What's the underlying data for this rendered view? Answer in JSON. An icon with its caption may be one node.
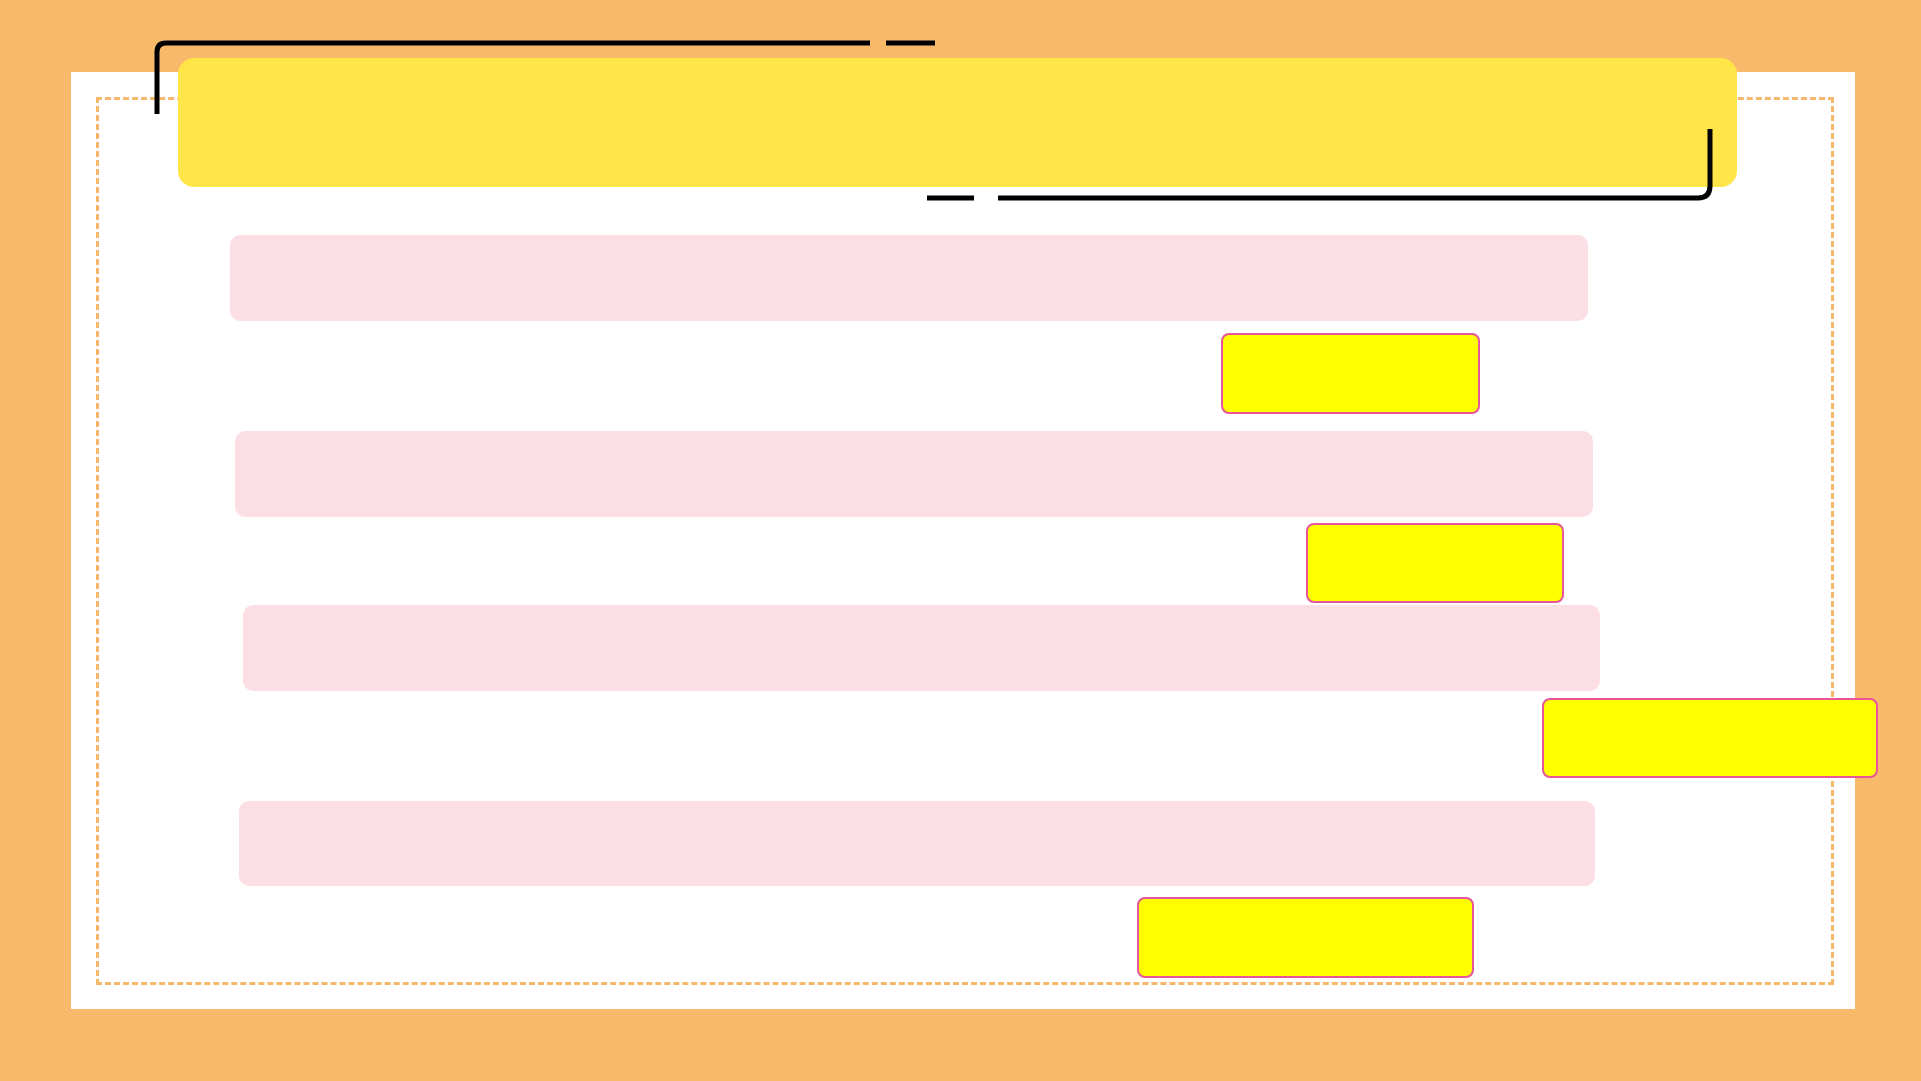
{
  "diagram": {
    "nodes": [
      {
        "text": [],
        "shape": "bar"
      },
      {
        "text": [],
        "shape": "bar"
      },
      {
        "text": [],
        "shape": "box"
      },
      {
        "text": [],
        "shape": "bar"
      },
      {
        "text": [],
        "shape": "box"
      },
      {
        "text": [],
        "shape": "bar"
      },
      {
        "text": [],
        "shape": "box"
      },
      {
        "text": [],
        "shape": "bar"
      },
      {
        "text": [],
        "shape": "box"
      }
    ]
  }
}
